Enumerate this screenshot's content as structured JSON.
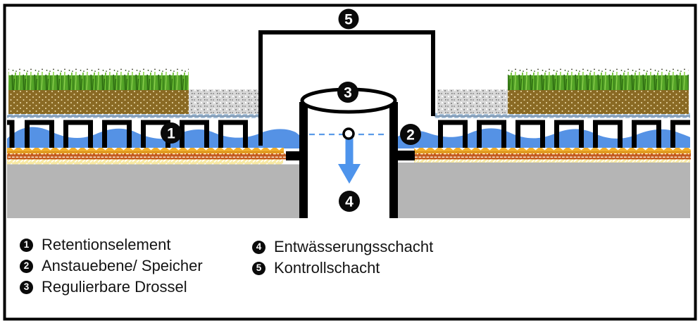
{
  "figure": {
    "legend": {
      "items": [
        {
          "num": "1",
          "label": "Retentionselement"
        },
        {
          "num": "2",
          "label": "Anstauebene/ Speicher"
        },
        {
          "num": "3",
          "label": "Regulierbare Drossel"
        },
        {
          "num": "4",
          "label": "Entwässerungsschacht"
        },
        {
          "num": "5",
          "label": "Kontrollschacht"
        }
      ]
    },
    "colors": {
      "water": "#5592E5",
      "water_line": "#5B9BE8",
      "arrow": "#4E94EC",
      "ground": "#B5B5B5",
      "badge": "#0A0A0A",
      "badge_text": "#FFFFFF",
      "soil": "#8A6A24",
      "grass": "#4F9D26",
      "gravel": "#D8D8D8",
      "protection_mat": "#F1AE2B",
      "drainage_mat": "#C35A1E",
      "separation_layer": "#F8E9A4"
    }
  }
}
